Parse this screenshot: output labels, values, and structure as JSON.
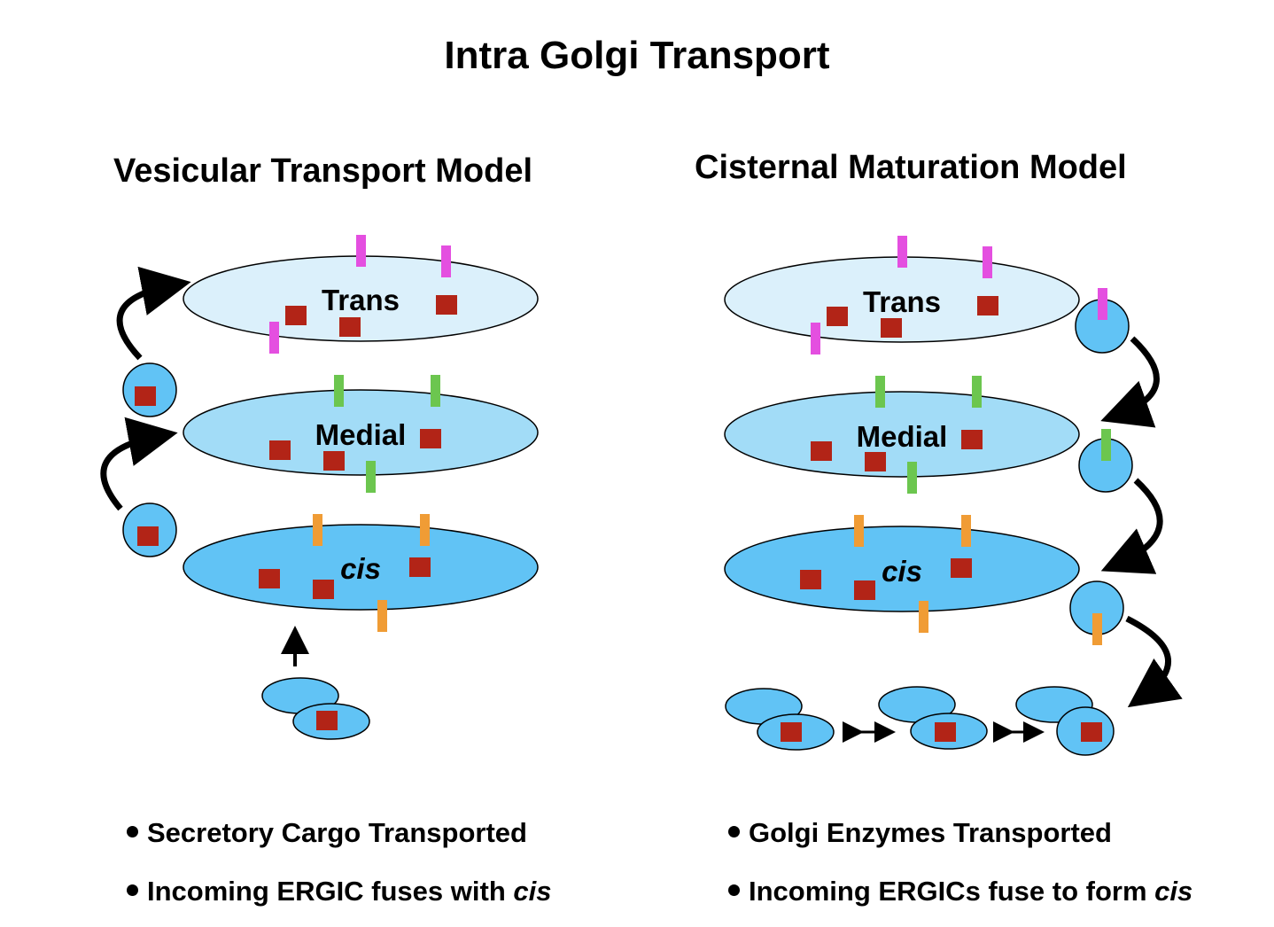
{
  "title": "Intra Golgi Transport",
  "models": [
    {
      "title": "Vesicular Transport Model",
      "bullets": [
        {
          "text": "Secretory Cargo Transported",
          "italic": ""
        },
        {
          "text": "Incoming ERGIC fuses with ",
          "italic": "cis"
        }
      ]
    },
    {
      "title": "Cisternal Maturation Model",
      "bullets": [
        {
          "text": "Golgi Enzymes Transported",
          "italic": ""
        },
        {
          "text": "Incoming ERGICs fuse to form ",
          "italic": "cis"
        }
      ]
    }
  ],
  "cisterna_labels": {
    "trans": "Trans",
    "medial": "Medial",
    "cis": "cis"
  },
  "colors": {
    "trans_fill": "#dbf0fb",
    "medial_fill": "#a2dcf7",
    "cis_fill": "#61c3f5",
    "vesicle_fill": "#61c3f5",
    "cargo": "#b22417",
    "trans_enzyme": "#e44fe0",
    "medial_enzyme": "#6cc64f",
    "cis_enzyme": "#f09c35",
    "arrow": "#000000"
  }
}
